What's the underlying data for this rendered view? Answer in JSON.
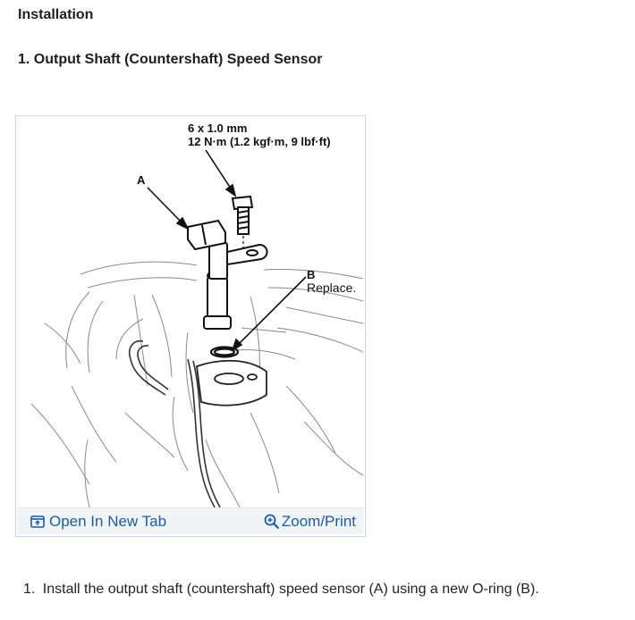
{
  "section_title": "Installation",
  "step_title": "1. Output Shaft (Countershaft) Speed Sensor",
  "figure": {
    "spec_line1": "6 x 1.0 mm",
    "spec_line2": "12 N·m (1.2 kgf·m, 9 lbf·ft)",
    "label_a": "A",
    "label_b": "B",
    "label_replace": "Replace.",
    "toolbar": {
      "open_tab_label": "Open In New Tab",
      "zoom_label": "Zoom/Print",
      "open_tab_icon": "open-in-new-tab-icon",
      "zoom_icon": "magnifier-plus-icon"
    }
  },
  "instruction": {
    "number": "1.",
    "text": "Install the output shaft (countershaft) speed sensor (A) using a new O-ring (B)."
  },
  "colors": {
    "link": "#1f5c99",
    "toolbar_bg": "#f1f4f7",
    "border": "#cfd6dd"
  }
}
